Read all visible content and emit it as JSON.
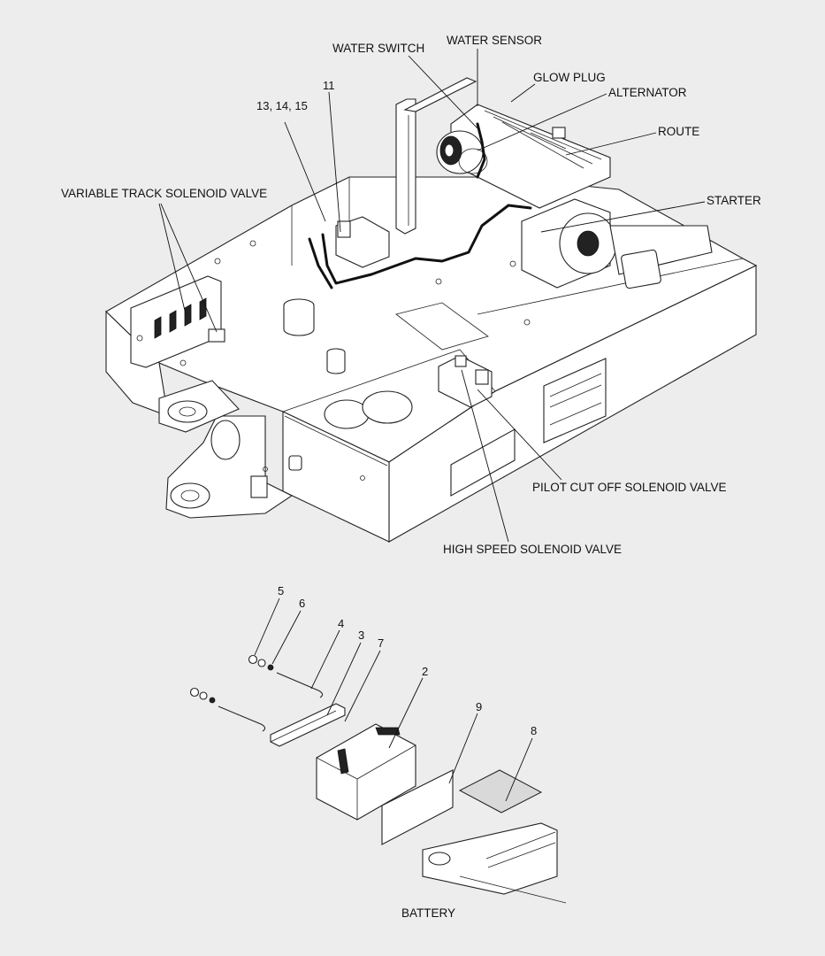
{
  "labels": {
    "water_switch": "WATER SWITCH",
    "water_sensor": "WATER SENSOR",
    "glow_plug": "GLOW PLUG",
    "alternator": "ALTERNATOR",
    "route": "ROUTE",
    "starter": "STARTER",
    "variable_track_solenoid_valve": "VARIABLE TRACK SOLENOID VALVE",
    "pilot_cut_off_solenoid_valve": "PILOT CUT OFF SOLENOID VALVE",
    "high_speed_solenoid_valve": "HIGH SPEED SOLENOID VALVE",
    "battery": "BATTERY"
  },
  "part_numbers": {
    "p11": "11",
    "p13_14_15": "13, 14, 15",
    "p2": "2",
    "p3": "3",
    "p4": "4",
    "p5": "5",
    "p6": "6",
    "p7": "7",
    "p8": "8",
    "p9": "9"
  }
}
